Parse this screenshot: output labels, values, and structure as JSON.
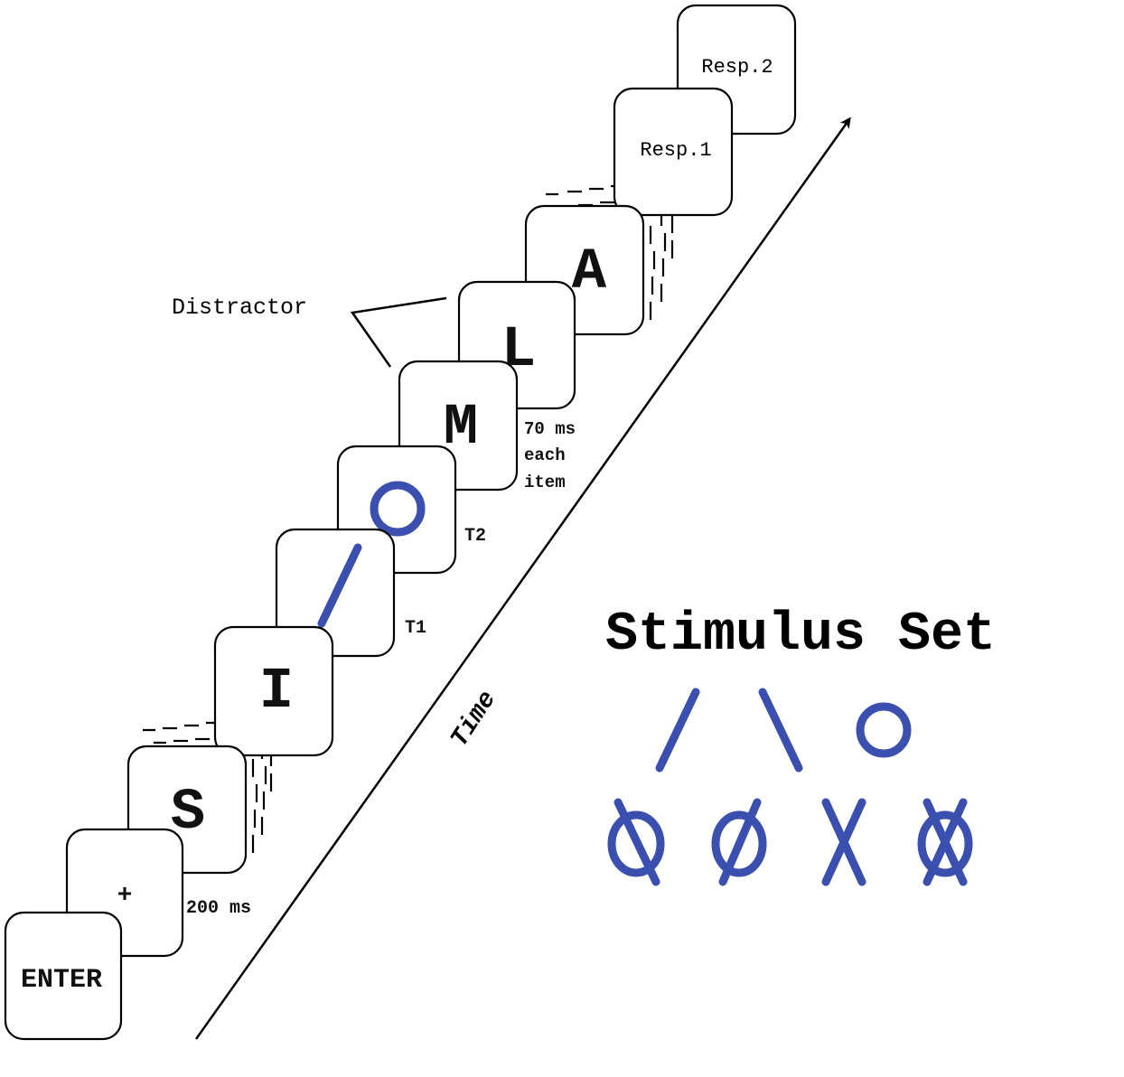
{
  "frames": {
    "enter": "ENTER",
    "fixation": "+",
    "s": "S",
    "i": "I",
    "m": "M",
    "l": "L",
    "a": "A",
    "resp1": "Resp.1",
    "resp2": "Resp.2"
  },
  "labels": {
    "fixation_duration": "200 ms",
    "t1": "T1",
    "t2": "T2",
    "item_duration_line1": "70 ms",
    "item_duration_line2": "each",
    "item_duration_line3": "item",
    "distractor": "Distractor",
    "time_axis": "Time"
  },
  "stimulus_set": {
    "title": "Stimulus Set",
    "targets": [
      "forward-slash",
      "backslash",
      "circle"
    ],
    "masks": [
      "circle-slash",
      "circle-slash-narrow",
      "x-cross",
      "circle-x"
    ]
  },
  "colors": {
    "stimulus": "#3a4fae",
    "frame_stroke": "#000000",
    "background": "#ffffff"
  }
}
